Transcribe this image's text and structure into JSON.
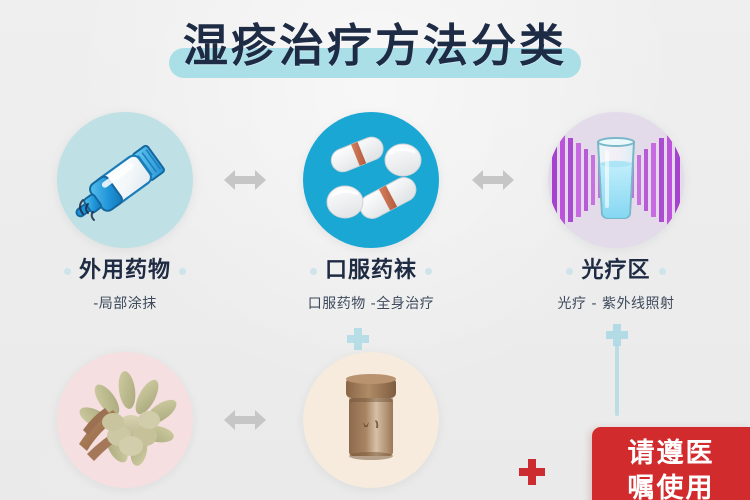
{
  "page": {
    "background_color": "#ededed",
    "title": "湿疹治疗方法分类",
    "title_color": "#1d2b45",
    "title_highlight_color": "#aadfe8"
  },
  "categories": [
    {
      "id": "topical",
      "title": "外用药物",
      "subtitle": "-局部涂抹",
      "icon": "ointment-tube-icon",
      "circle_color": "#bfe0e5"
    },
    {
      "id": "oral",
      "title": "口服药袜",
      "subtitle": "口服药物 -全身治疗",
      "icon": "pills-capsules-icon",
      "circle_color": "#1ba7d4"
    },
    {
      "id": "phototherapy",
      "title": "光疗区",
      "subtitle": "光疗 - 紫外线照射",
      "icon": "uv-light-glass-icon",
      "circle_color": "#e3dbe9"
    }
  ],
  "secondary_items": [
    {
      "id": "herbs",
      "icon": "chinese-herbs-icon",
      "circle_color": "#f6dfe0"
    },
    {
      "id": "jar",
      "icon": "medicine-jar-icon",
      "circle_color": "#f6ebdc"
    }
  ],
  "connectors": {
    "arrow_icon": "double-arrow-icon",
    "arrow_color": "#c6c6c6",
    "cross_icon": "medical-cross-icon",
    "cross_color": "#a9d8e4"
  },
  "warning": {
    "cross_icon": "red-cross-icon",
    "cross_color": "#cc2b2f",
    "box_color": "#d22b2e",
    "line1": "请遵医",
    "line2": "嘱使用"
  }
}
